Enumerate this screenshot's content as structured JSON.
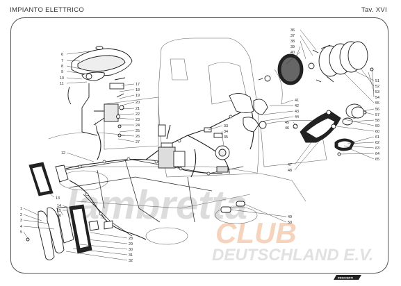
{
  "header": {
    "title": "IMPIANTO ELETTRICO",
    "plate": "Tav. XVI"
  },
  "watermark": {
    "line1": "lambretta",
    "line2": "CLUB",
    "line3": "DEUTSCHLAND E.V."
  },
  "colors": {
    "line": "#1e1e1e",
    "watermark_grey": "#dcdcdc",
    "watermark_orange": "#f6d3bd",
    "frame": "#555555"
  },
  "logo": {
    "text": "INNOCENTI"
  },
  "callouts": {
    "p1": "1",
    "p2": "2",
    "p3": "3",
    "p4": "4",
    "p5": "5",
    "p6": "6",
    "p7": "7",
    "p8": "8",
    "p9": "9",
    "p10": "10",
    "p11": "11",
    "p12": "12",
    "p13": "13",
    "p14": "14",
    "p15": "15",
    "p16": "16",
    "p17": "17",
    "p18": "18",
    "p19": "19",
    "p20": "20",
    "p21": "21",
    "p22": "22",
    "p23": "23",
    "p24": "24",
    "p25": "25",
    "p26": "26",
    "p27": "27",
    "p28": "28",
    "p29": "29",
    "p30": "30",
    "p31": "31",
    "p32": "32",
    "p33": "33",
    "p34": "34",
    "p35": "35",
    "p36": "36",
    "p37": "37",
    "p38": "38",
    "p39": "39",
    "p40": "40",
    "p41": "41",
    "p42": "42",
    "p43": "43",
    "p44": "44",
    "p45": "45",
    "p46": "46",
    "p47": "47",
    "p48": "48",
    "p49": "49",
    "p50": "50",
    "p51": "51",
    "p52": "52",
    "p53": "53",
    "p54": "54",
    "p55": "55",
    "p56": "56",
    "p57": "57",
    "p58": "58",
    "p59": "59",
    "p60": "60",
    "p61": "61",
    "p62": "62",
    "p63": "63",
    "p64": "64",
    "p65": "65"
  }
}
